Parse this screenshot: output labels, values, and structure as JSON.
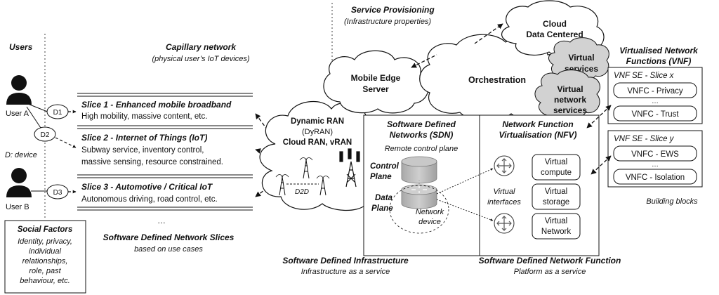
{
  "users": {
    "heading": "Users",
    "user_a": "User A",
    "user_b": "User B",
    "d1": "D1",
    "d2": "D2",
    "d3": "D3",
    "device_note": "D: device"
  },
  "social": {
    "title": "Social Factors",
    "lines": [
      "Identity, privacy,",
      "individual",
      "relationships,",
      "role, past",
      "behaviour, etc."
    ]
  },
  "capillary": {
    "title": "Capillary network",
    "subtitle": "(physical user’s IoT devices)"
  },
  "slices": [
    {
      "title": "Slice 1 - Enhanced mobile broadband",
      "lines": [
        "High mobility, massive content, etc."
      ]
    },
    {
      "title": "Slice 2 - Internet of Things (IoT)",
      "lines": [
        "Subway service, inventory control,",
        "massive sensing, resource constrained."
      ]
    },
    {
      "title": "Slice 3 - Automotive / Critical IoT",
      "lines": [
        "Autonomous driving, road control, etc."
      ]
    }
  ],
  "slices_more": "…",
  "sdns": {
    "title": "Software Defined Network Slices",
    "subtitle": "based on use cases"
  },
  "ran": {
    "line1": "Dynamic RAN",
    "line2": "(DyRAN)",
    "line3": "Cloud RAN, vRAN",
    "d2d": "D2D"
  },
  "service_provisioning": {
    "title": "Service Provisioning",
    "subtitle": "(Infrastructure properties)"
  },
  "mec": {
    "line1": "Mobile Edge",
    "line2": "Server"
  },
  "orchestration": "Orchestration",
  "cloud_dc": {
    "line1": "Cloud",
    "line2": "Data Centered"
  },
  "virtual_services": {
    "line1": "Virtual",
    "line2": "services"
  },
  "virtual_network_services": {
    "line1": "Virtual",
    "line2": "network",
    "line3": "services"
  },
  "sdn": {
    "title1": "Software Defined",
    "title2": "Networks (SDN)",
    "remote": "Remote control plane",
    "control1": "Control",
    "control2": "Plane",
    "data1": "Data",
    "data2": "Plane",
    "device1": "Network",
    "device2": "device"
  },
  "nfv": {
    "title1": "Network Function",
    "title2": "Virtualisation (NFV)",
    "vif1": "Virtual",
    "vif2": "interfaces",
    "compute1": "Virtual",
    "compute2": "compute",
    "storage1": "Virtual",
    "storage2": "storage",
    "network1": "Virtual",
    "network2": "Network"
  },
  "vnf": {
    "title1": "Virtualised Network",
    "title2": "Functions (VNF)",
    "slice_x": "VNF SE - Slice x",
    "slice_y": "VNF SE - Slice y",
    "privacy": "VNFC - Privacy",
    "trust": "VNFC - Trust",
    "ews": "VNFC - EWS",
    "isolation": "VNFC - Isolation",
    "dots": "…",
    "building_blocks": "Building blocks"
  },
  "sdi": {
    "title": "Software Defined Infrastructure",
    "subtitle": "Infrastructure as a service"
  },
  "sdnf": {
    "title": "Software Defined Network Function",
    "subtitle": "Platform as a service"
  },
  "colors": {
    "cloud_grey": "#d2d2d2",
    "cylinder_grey": "#b8b8b8",
    "line": "#111111"
  }
}
